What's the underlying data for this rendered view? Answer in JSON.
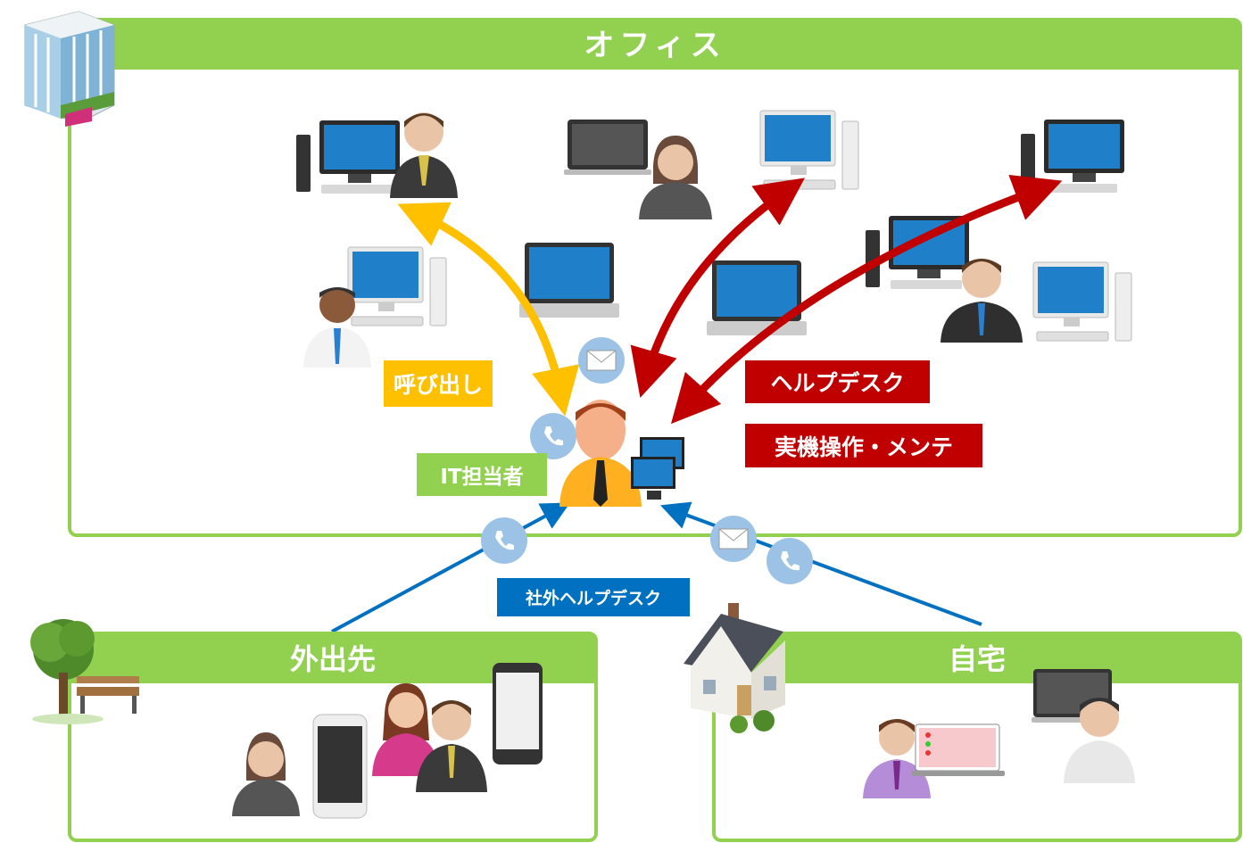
{
  "zones": {
    "office": {
      "title": "オフィス"
    },
    "outside": {
      "title": "外出先"
    },
    "home": {
      "title": "自宅"
    }
  },
  "labels": {
    "call": "呼び出し",
    "helpdesk": "ヘルプデスク",
    "onsite": "実機操作・メンテ",
    "it_staff": "IT担当者",
    "external_helpdesk": "社外ヘルプデスク"
  },
  "colors": {
    "green": "#92d050",
    "yellow": "#ffc000",
    "red": "#c00000",
    "blue": "#0070c0",
    "badge": "#9cc3e6"
  },
  "icons": [
    "office-building-icon",
    "computer-icon",
    "laptop-icon",
    "user-icon",
    "phone-icon",
    "mail-icon",
    "smartphone-icon",
    "tablet-icon",
    "house-icon",
    "tree-bench-icon"
  ]
}
